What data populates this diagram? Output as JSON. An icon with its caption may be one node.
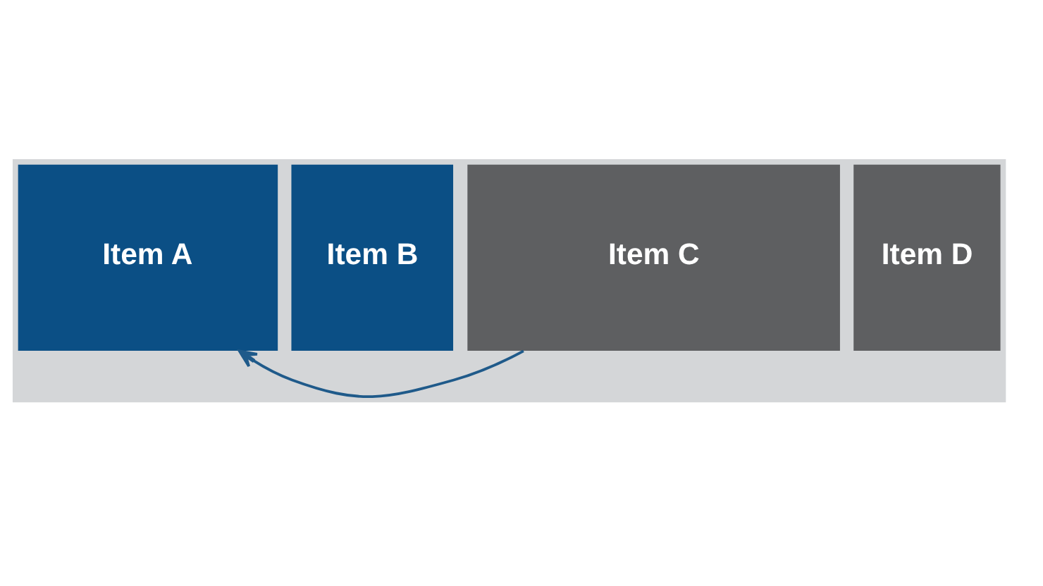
{
  "diagram": {
    "nodes": [
      {
        "text": [
          "Item A"
        ]
      },
      {
        "text": [
          "Item B"
        ]
      },
      {
        "text": [
          "Item C"
        ]
      },
      {
        "text": [
          "Item D"
        ]
      }
    ],
    "edges": [
      {
        "from": 2,
        "to": 0,
        "arrow": "to",
        "color": "#1f5a8a"
      }
    ]
  }
}
